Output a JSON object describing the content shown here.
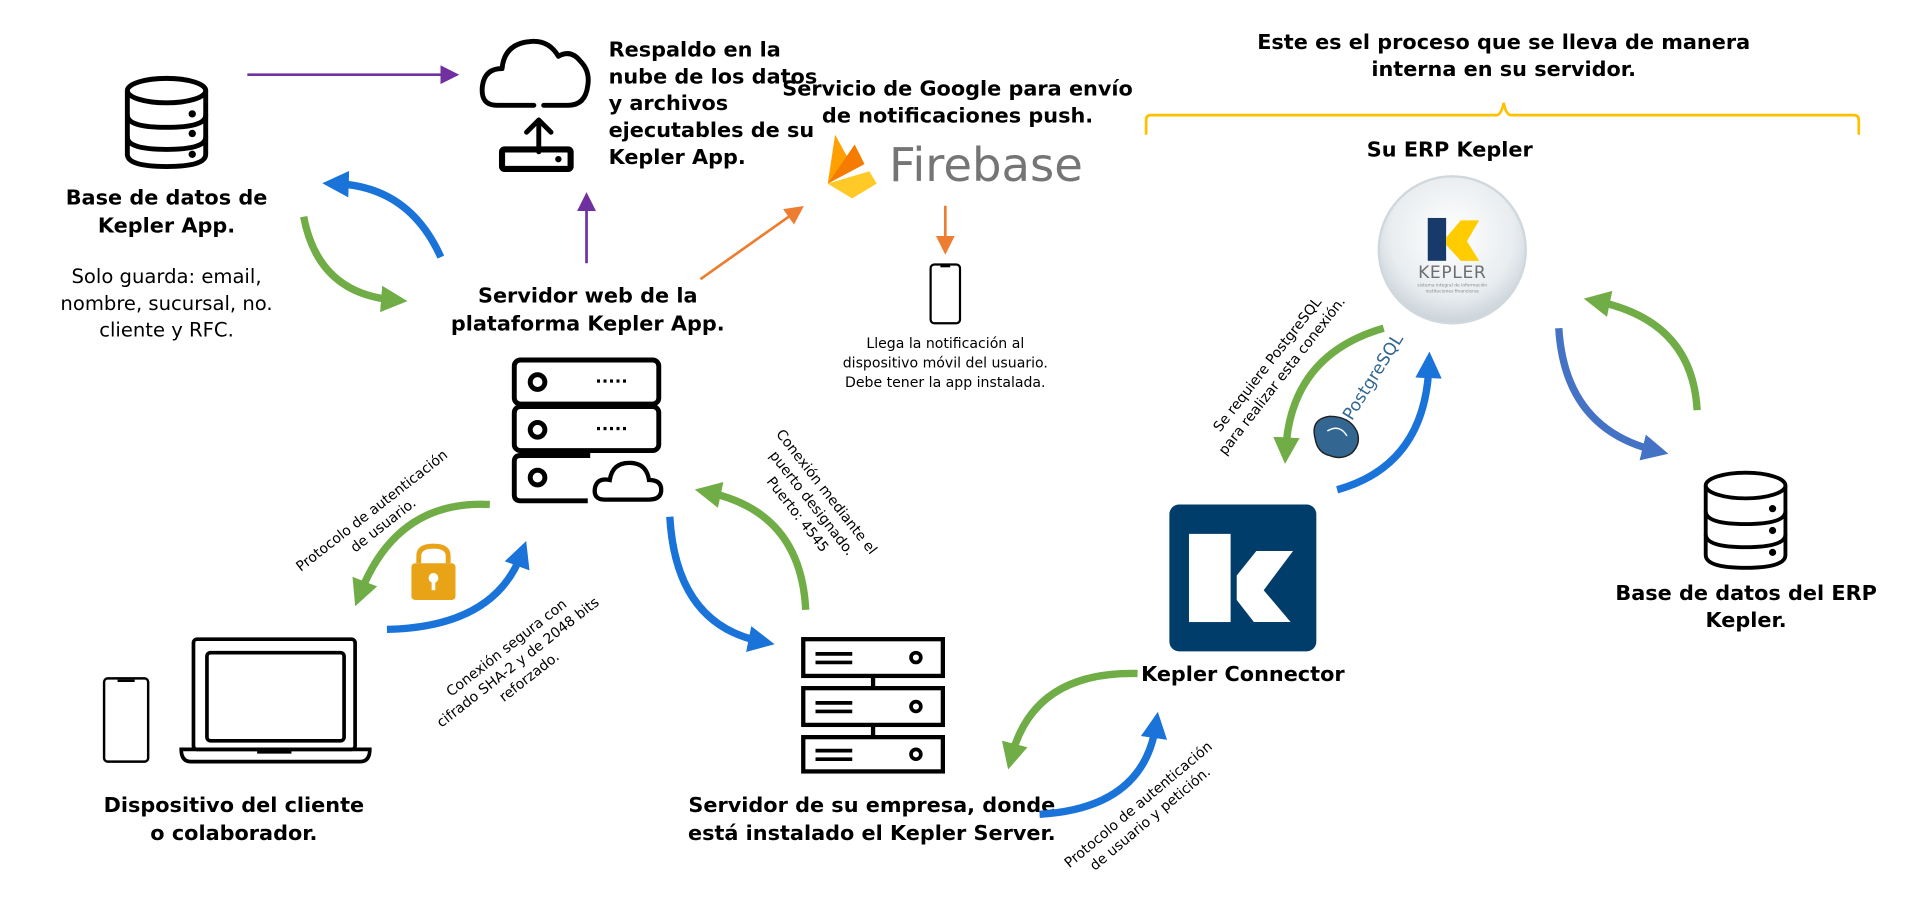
{
  "nodes": {
    "app_database": {
      "title": [
        "Base de datos de",
        "Kepler App."
      ],
      "note": [
        "Solo guarda: email,",
        "nombre, sucursal, no.",
        "cliente y RFC."
      ]
    },
    "cloud_backup": {
      "title": [
        "Respaldo en la",
        "nube de los datos",
        "y archivos",
        "ejecutables de su",
        "Kepler App."
      ]
    },
    "firebase": {
      "title": [
        "Servicio de Google para envío",
        "de notificaciones push."
      ],
      "logo_text": "Firebase"
    },
    "mobile_notification": {
      "note": [
        "Llega la notificación al",
        "dispositivo móvil del usuario.",
        "Debe tener la app instalada."
      ]
    },
    "web_server": {
      "title": [
        "Servidor web de la",
        "plataforma Kepler App."
      ]
    },
    "client_device": {
      "title": [
        "Dispositivo del cliente",
        "o colaborador."
      ]
    },
    "company_server": {
      "title": [
        "Servidor de su empresa, donde",
        "está instalado el Kepler Server."
      ]
    },
    "kepler_connector": {
      "title": "Kepler Connector"
    },
    "erp_kepler": {
      "title": "Su ERP Kepler",
      "logo_text": "KEPLER",
      "logo_sub": [
        "sistema integral de información",
        "instituciones financieras"
      ]
    },
    "erp_database": {
      "title": [
        "Base de datos del ERP",
        "Kepler."
      ]
    }
  },
  "annotations": {
    "internal_process": [
      "Este es el proceso que se lleva de manera",
      "interna en su servidor."
    ],
    "auth_protocol": [
      "Protocolo de autenticación",
      "de usuario."
    ],
    "secure_connection": [
      "Conexión segura con",
      "cifrado SHA-2 y de 2048 bits",
      "reforzado."
    ],
    "port_connection": [
      "Conexión mediante el",
      "puerto designado.",
      "Puerto: 4545"
    ],
    "auth_request": [
      "Protocolo de autenticación",
      "de usuario y petición."
    ],
    "postgres_required": [
      "Se requiere PostgreSQL",
      "para realizar esta conexión."
    ],
    "postgres_logo": "PostgreSQL"
  },
  "colors": {
    "green_arrow": "#70ad47",
    "blue_arrow": "#1a73d9",
    "purple_arrow": "#7030a0",
    "orange_arrow": "#ed7d31",
    "bracket_yellow": "#ffc000",
    "kepler_navy": "#003d6b",
    "kepler_yellow": "#ffcc00",
    "lock_orange": "#e8a317"
  }
}
